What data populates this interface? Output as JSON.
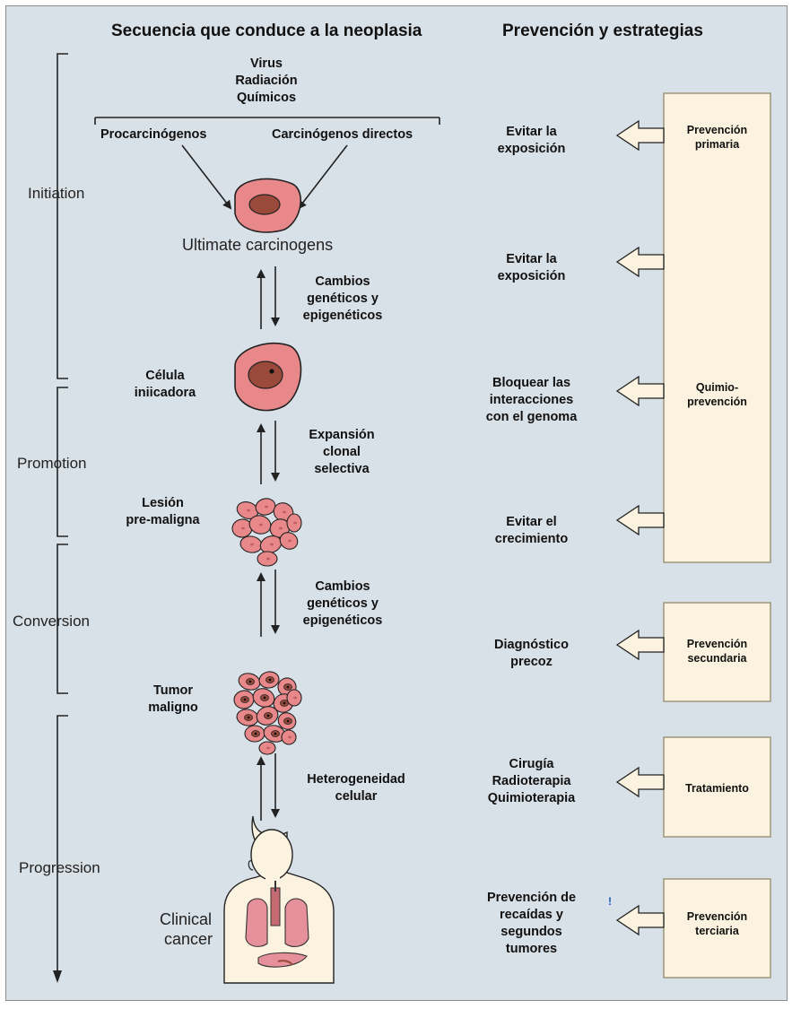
{
  "headers": {
    "left": "Secuencia que conduce a la neoplasia",
    "right": "Prevención y estrategias"
  },
  "stages": {
    "initiation": "Initiation",
    "promotion": "Promotion",
    "conversion": "Conversion",
    "progression": "Progression"
  },
  "agents": "Virus\nRadiación\nQuímicos",
  "procarcinogens": "Procarcinógenos",
  "direct_carcinogens": "Carcinógenos  directos",
  "ultimate_carcinogens": "Ultimate carcinogens",
  "transitions": {
    "t1": "Cambios\ngenéticos  y\nepigenéticos",
    "t2": "Expansión\nclonal\nselectiva",
    "t3": "Cambios\ngenéticos  y\nepigenéticos",
    "t4": "Heterogeneidad\ncelular"
  },
  "cell_labels": {
    "initiating": "Célula\niniicadora",
    "premalignant": "Lesión\npre-maligna",
    "malignant": "Tumor\nmaligno",
    "clinical_line1": "Clinical",
    "clinical_line2": "cancer"
  },
  "strategies": [
    "Evitar  la\nexposición",
    "Evitar  la\nexposición",
    "Bloquear las\ninteracciones\ncon el genoma",
    "Evitar  el\ncrecimiento",
    "Diagnóstico\nprecoz",
    "Cirugía\nRadioterapia\nQuimioterapia",
    "Prevención  de\nrecaídas  y\nsegundos\ntumores"
  ],
  "prevention_boxes": {
    "primary": "Prevención\nprimaria",
    "chemo": "Quimio-\nprevención",
    "secondary": "Prevención\nsecundaria",
    "treatment": "Tratamiento",
    "tertiary": "Prevención\nterciaria"
  },
  "flag_mark": "!",
  "colors": {
    "background": "#d9e1e8",
    "cell_fill": "#e9888a",
    "nucleus": "#9a4a3a",
    "box_fill": "#fbf3df",
    "box_border": "#9a8f74",
    "arrow_fill": "#fbf3df",
    "line": "#222222"
  }
}
